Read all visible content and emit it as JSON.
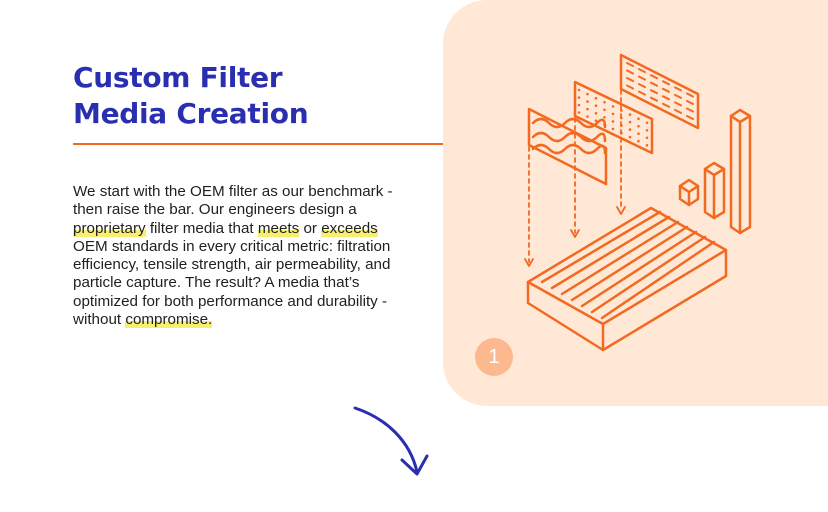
{
  "heading": {
    "line1": "Custom Filter",
    "line2": "Media Creation"
  },
  "body": {
    "t1": "We start with the OEM filter as our benchmark - then raise the bar. Our engineers design a ",
    "h1": "proprietary",
    "t2": " filter media that ",
    "h2": "meets",
    "t3": " or ",
    "h3": "exceeds",
    "t4": " OEM standards in every critical metric: filtration efficiency, tensile strength, air permeability, and particle capture. The result? A media that’s optimized for both performance and durability - without ",
    "h4": "compromise.",
    "t5": ""
  },
  "illustration": {
    "step_number": "1",
    "icon": "filter-media-layers-icon"
  },
  "next_arrow": {
    "icon": "curved-arrow-down-icon"
  },
  "colors": {
    "heading": "#2a2fb0",
    "accent_orange": "#f26a21",
    "panel_bg": "#ffe8d6",
    "badge_bg": "#fcb88e",
    "highlight": "#f6ef72",
    "arrow": "#2a2fb0"
  }
}
